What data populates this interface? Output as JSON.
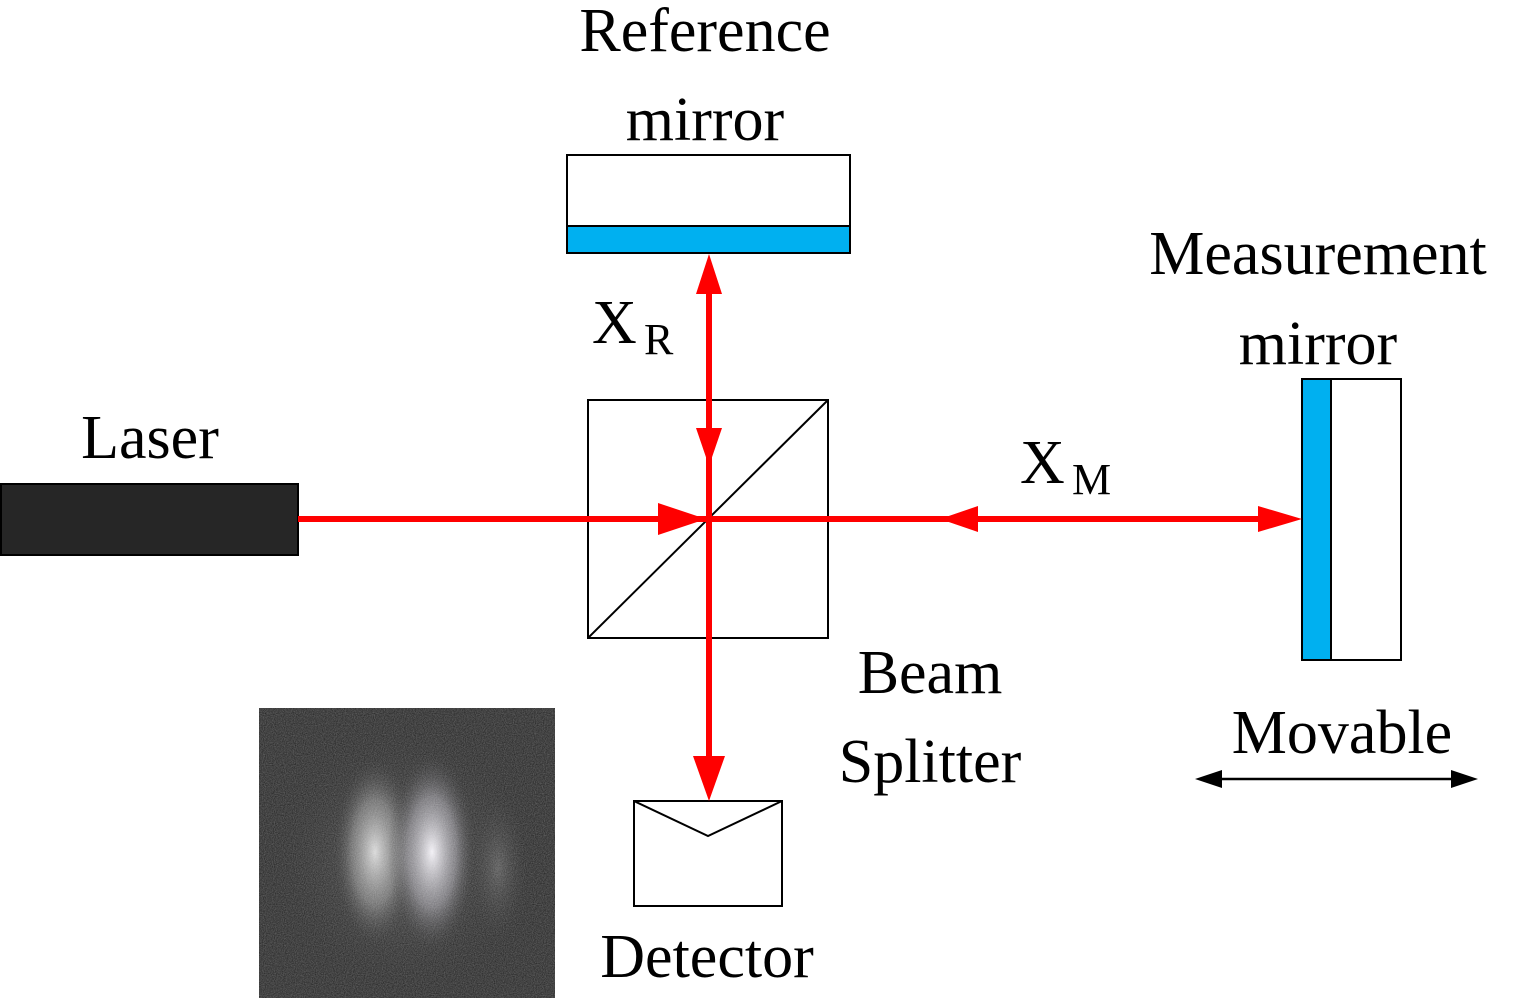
{
  "labels": {
    "reference_mirror_line1": "Reference",
    "reference_mirror_line2": "mirror",
    "measurement_mirror_line1": "Measurement",
    "measurement_mirror_line2": "mirror",
    "laser": "Laser",
    "beam_splitter_line1": "Beam",
    "beam_splitter_line2": "Splitter",
    "detector": "Detector",
    "movable": "Movable",
    "xr_main": "X",
    "xr_sub": "R",
    "xm_main": "X",
    "xm_sub": "M"
  },
  "colors": {
    "beam": "#ff0000",
    "mirror_coating": "#00b0f0",
    "laser_body": "#262626",
    "outline": "#000000"
  }
}
